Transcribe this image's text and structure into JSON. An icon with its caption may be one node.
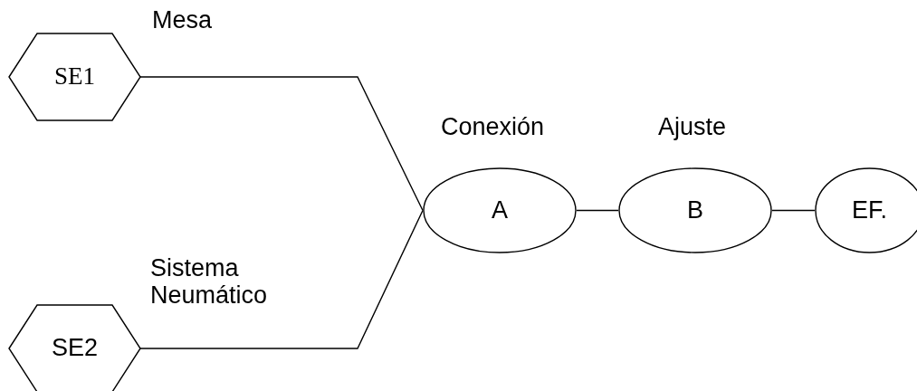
{
  "diagram": {
    "nodes": [
      {
        "text": [
          "SE1"
        ],
        "beside": [
          "Mesa"
        ]
      },
      {
        "text": [
          "SE2"
        ],
        "beside": [
          "Sistema Neumático"
        ]
      },
      {
        "text": [
          "A"
        ],
        "beside": [
          "Conexión"
        ]
      },
      {
        "text": [
          "B"
        ],
        "beside": [
          "Ajuste"
        ]
      },
      {
        "text": [
          "EF."
        ]
      }
    ],
    "edges": [
      {
        "from": 0,
        "to": 2,
        "arrow": "none"
      },
      {
        "from": 1,
        "to": 2,
        "arrow": "none"
      },
      {
        "from": 2,
        "to": 3,
        "arrow": "none"
      },
      {
        "from": 3,
        "to": 4,
        "arrow": "none"
      }
    ]
  }
}
